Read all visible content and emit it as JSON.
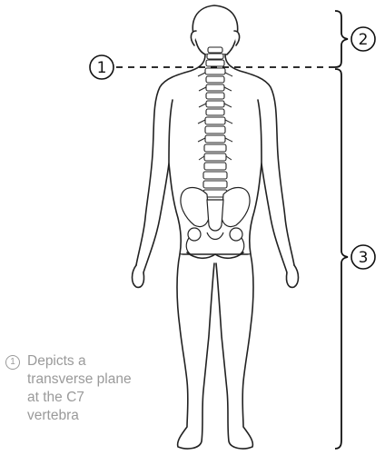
{
  "callouts": {
    "plane_marker": "1",
    "head_neck_region": "2",
    "trunk_limbs_region": "3"
  },
  "legend": {
    "marker": "1",
    "text": "Depicts a transverse plane at the C7 vertebra"
  }
}
